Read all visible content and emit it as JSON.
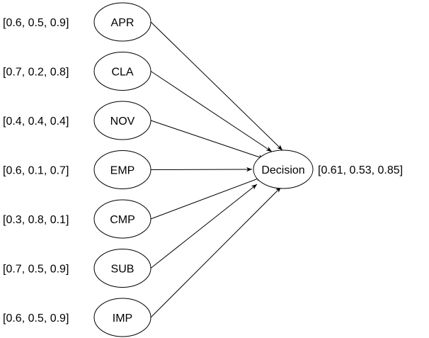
{
  "diagram": {
    "input_nodes": [
      {
        "label": "APR",
        "vector": "[0.6, 0.5, 0.9]"
      },
      {
        "label": "CLA",
        "vector": "[0.7, 0.2, 0.8]"
      },
      {
        "label": "NOV",
        "vector": "[0.4, 0.4, 0.4]"
      },
      {
        "label": "EMP",
        "vector": "[0.6, 0.1, 0.7]"
      },
      {
        "label": "CMP",
        "vector": "[0.3, 0.8, 0.1]"
      },
      {
        "label": "SUB",
        "vector": "[0.7, 0.5, 0.9]"
      },
      {
        "label": "IMP",
        "vector": "[0.6, 0.5, 0.9]"
      }
    ],
    "output_node": {
      "label": "Decision",
      "vector": "[0.61, 0.53, 0.85]"
    },
    "colors": {
      "stroke": "#000000",
      "fill": "#ffffff",
      "text": "#000000"
    }
  }
}
